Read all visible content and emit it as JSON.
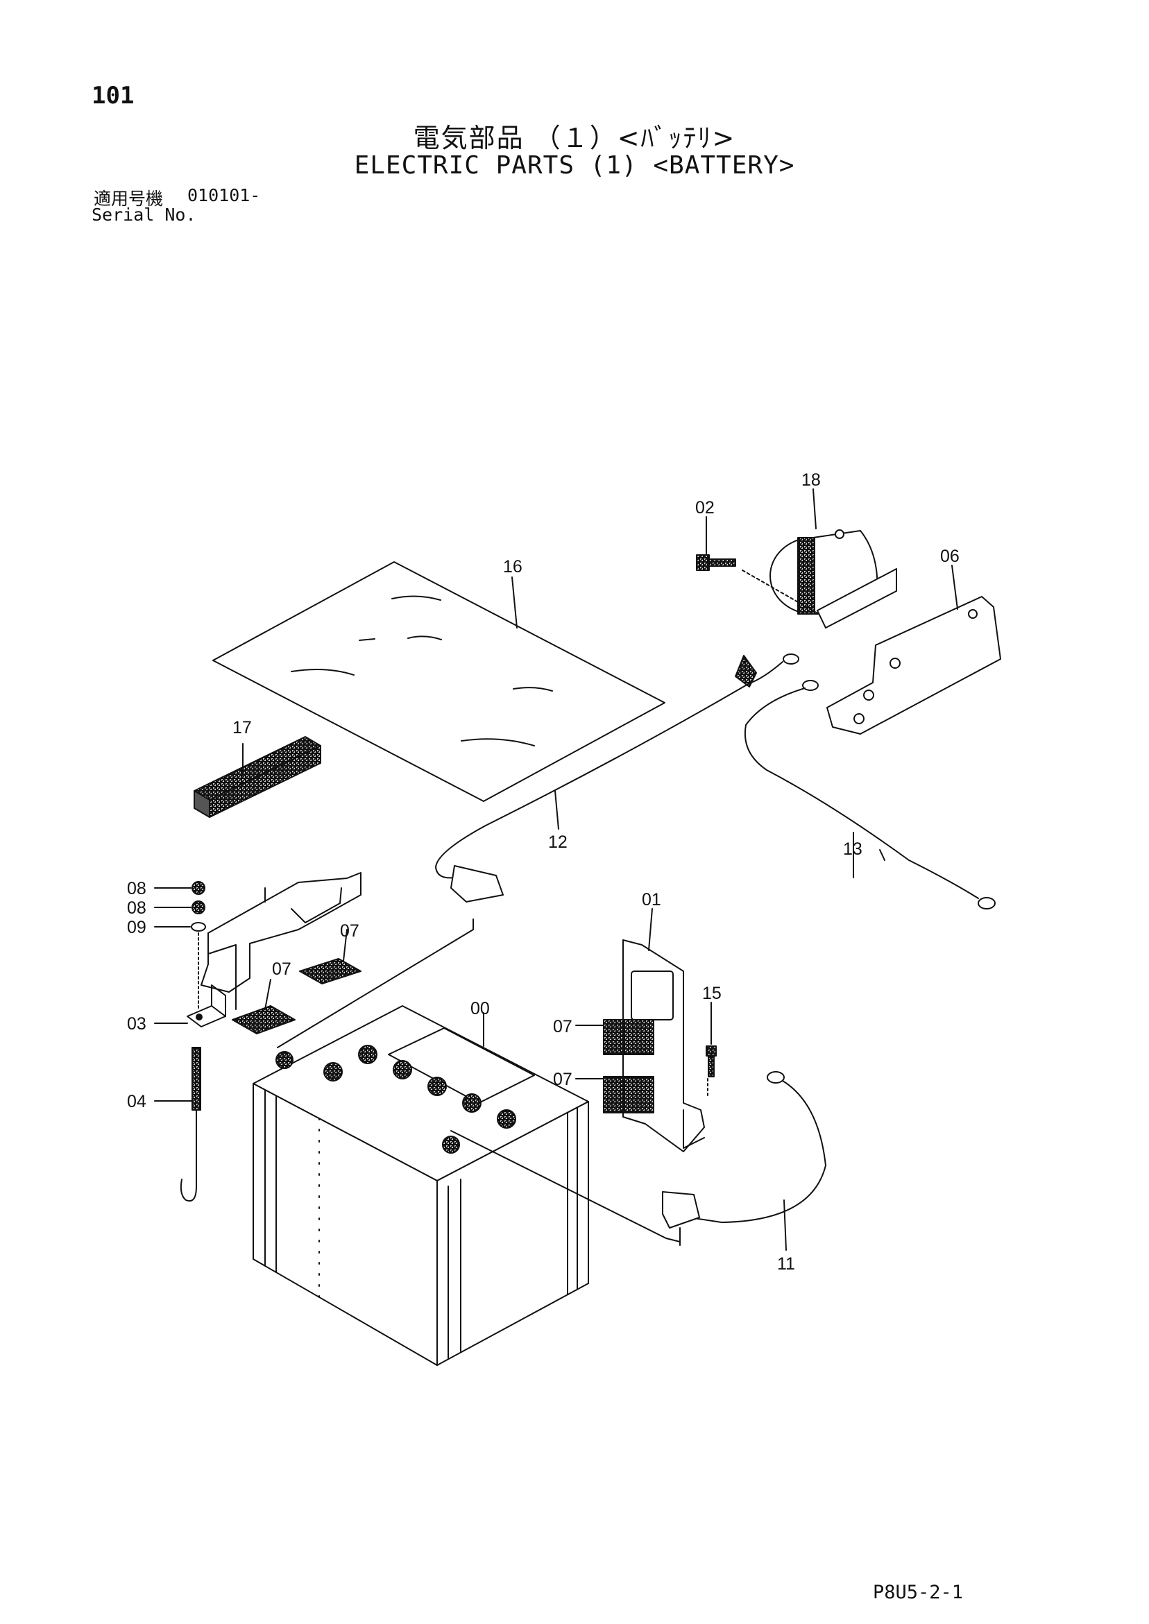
{
  "header": {
    "page_number": "101",
    "title_jp": "電気部品 （１）<ﾊﾞｯﾃﾘ>",
    "title_en": "ELECTRIC PARTS (1) <BATTERY>",
    "serial_label_jp": "適用号機",
    "serial_value": "010101-",
    "serial_label_en": "Serial No."
  },
  "footer": {
    "doc_code": "P8U5-2-1"
  },
  "callouts": [
    {
      "id": "c00",
      "label": "00"
    },
    {
      "id": "c01",
      "label": "01"
    },
    {
      "id": "c02",
      "label": "02"
    },
    {
      "id": "c03",
      "label": "03"
    },
    {
      "id": "c04",
      "label": "04"
    },
    {
      "id": "c06",
      "label": "06"
    },
    {
      "id": "c07a",
      "label": "07"
    },
    {
      "id": "c07b",
      "label": "07"
    },
    {
      "id": "c07c",
      "label": "07"
    },
    {
      "id": "c07d",
      "label": "07"
    },
    {
      "id": "c08a",
      "label": "08"
    },
    {
      "id": "c08b",
      "label": "08"
    },
    {
      "id": "c09",
      "label": "09"
    },
    {
      "id": "c11",
      "label": "11"
    },
    {
      "id": "c12",
      "label": "12"
    },
    {
      "id": "c13",
      "label": "13"
    },
    {
      "id": "c15",
      "label": "15"
    },
    {
      "id": "c16",
      "label": "16"
    },
    {
      "id": "c17",
      "label": "17"
    },
    {
      "id": "c18",
      "label": "18"
    }
  ]
}
